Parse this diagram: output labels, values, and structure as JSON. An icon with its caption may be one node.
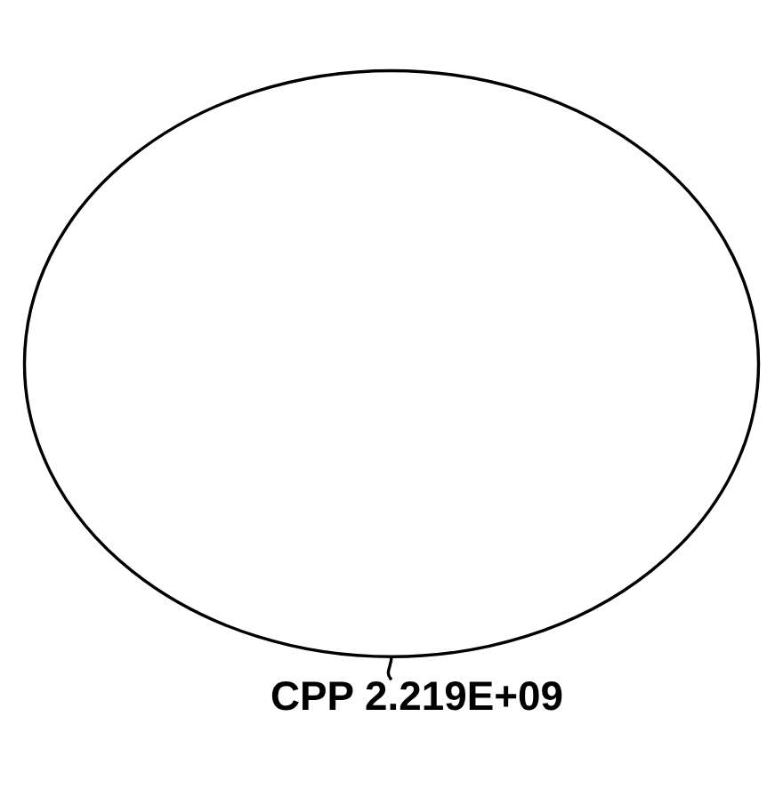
{
  "diagram": {
    "nodes": [
      {
        "text": [],
        "shape": "ellipse"
      },
      {
        "text": [
          "CPP 2.219E+09"
        ]
      }
    ],
    "edges": [
      {
        "from": 1,
        "to": 0,
        "arrow": "none"
      }
    ]
  }
}
